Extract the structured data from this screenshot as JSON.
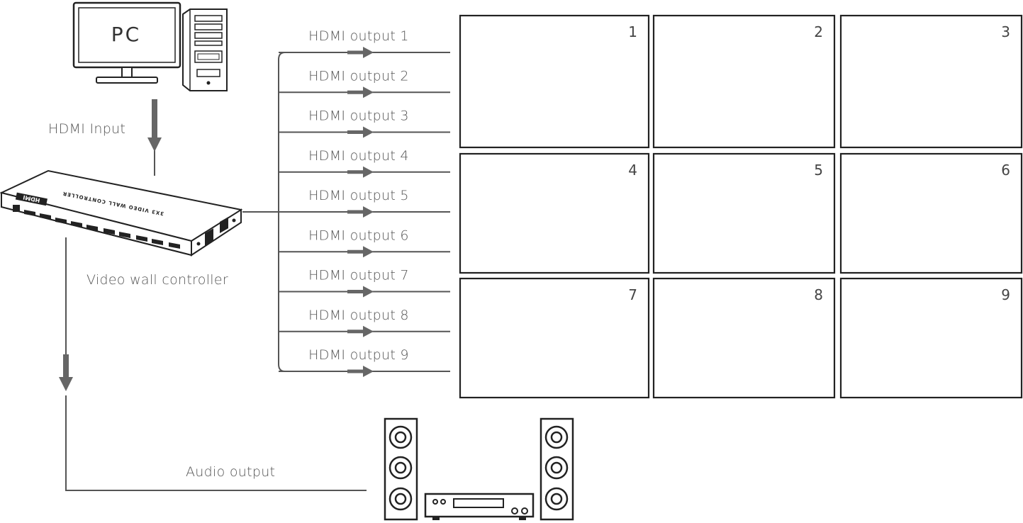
{
  "pc": {
    "label": "PC"
  },
  "labels": {
    "hdmi_input": "HDMI Input",
    "controller": "Video wall controller",
    "audio_output": "Audio output"
  },
  "device": {
    "brand": "HDMI",
    "model_text": "3X3 VIDEO WALL CONTROLLER"
  },
  "outputs": [
    "HDMI output 1",
    "HDMI output 2",
    "HDMI output 3",
    "HDMI output 4",
    "HDMI output 5",
    "HDMI output 6",
    "HDMI output 7",
    "HDMI output 8",
    "HDMI output 9"
  ],
  "screens": [
    "1",
    "2",
    "3",
    "4",
    "5",
    "6",
    "7",
    "8",
    "9"
  ],
  "colors": {
    "line": "#555555",
    "arrow": "#666666",
    "stroke": "#222222"
  }
}
